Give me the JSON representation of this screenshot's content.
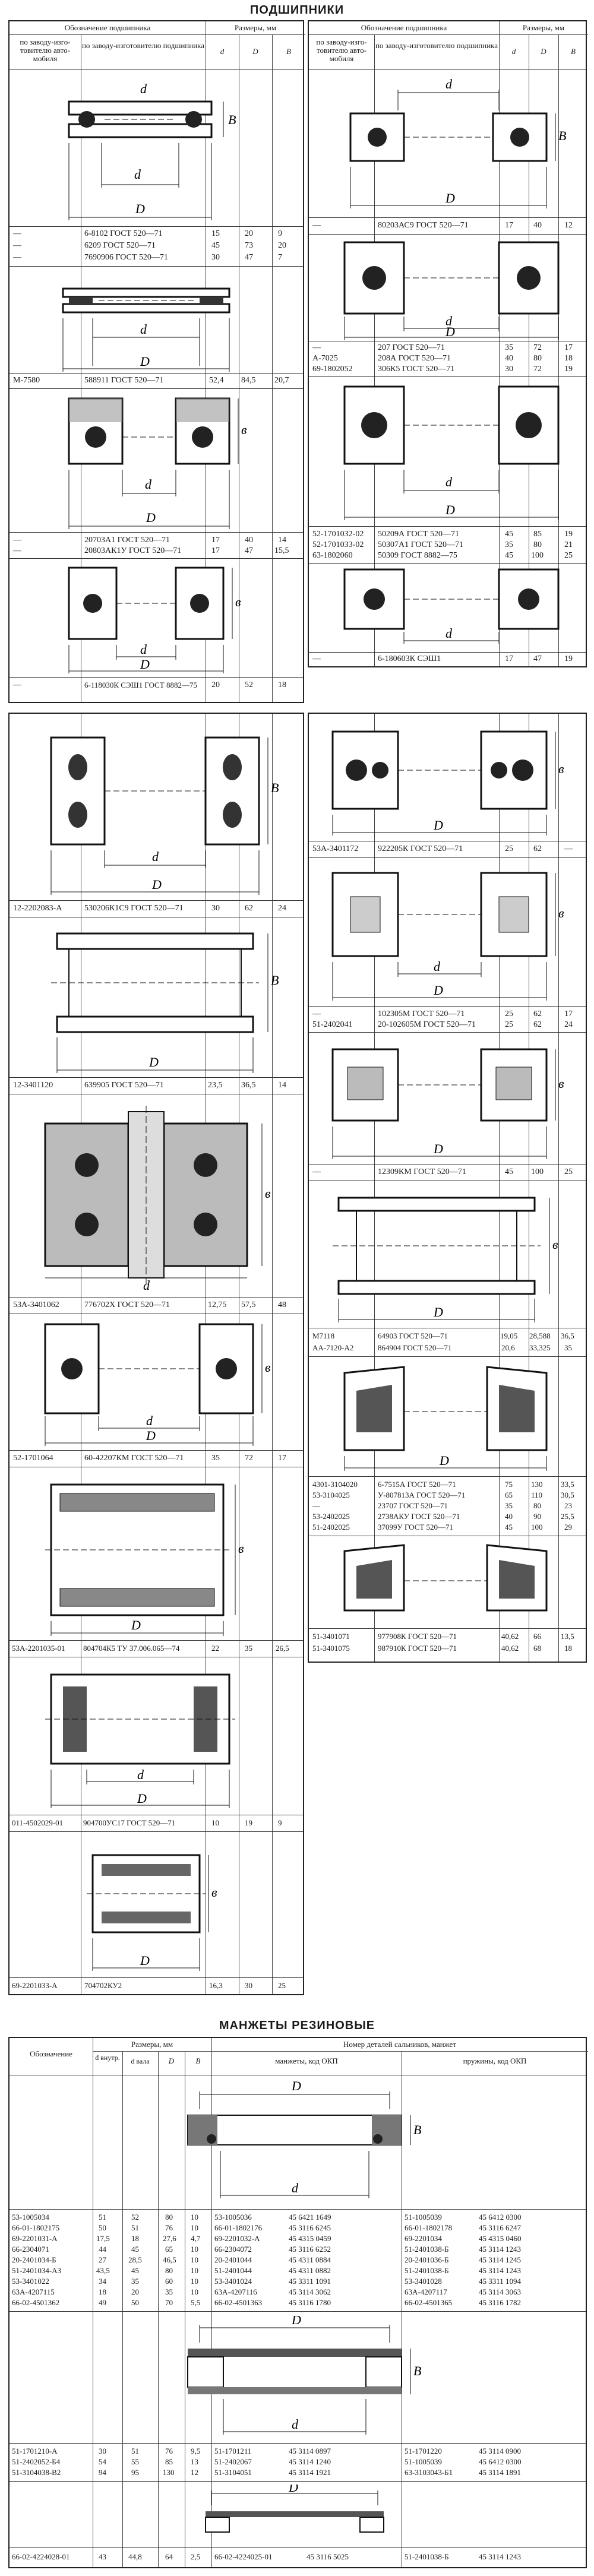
{
  "page": {
    "title_bearings": "ПОДШИПНИКИ",
    "title_seals": "МАНЖЕТЫ РЕЗИНОВЫЕ"
  },
  "bearings_header": {
    "designation": "Обозначение подшипника",
    "by_auto_factory": "по заводу-изго-товителю авто-мобиля",
    "by_bearing_factory": "по заводу-изготовителю подшипника",
    "sizes": "Размеры, мм",
    "d": "d",
    "D": "D",
    "B": "B"
  },
  "dim_labels": {
    "d": "d",
    "D": "D",
    "B": "B",
    "b": "в"
  },
  "left_col": {
    "sec1": [
      {
        "auto": "—",
        "bearing": "6-8102 ГОСТ 520—71",
        "d": "15",
        "D": "20",
        "B": "9"
      },
      {
        "auto": "—",
        "bearing": "6209 ГОСТ 520—71",
        "d": "45",
        "D": "73",
        "B": "20"
      },
      {
        "auto": "—",
        "bearing": "7690906 ГОСТ 520—71",
        "d": "30",
        "D": "47",
        "B": "7"
      }
    ],
    "sec2": [
      {
        "auto": "М-7580",
        "bearing": "588911 ГОСТ 520—71",
        "d": "52,4",
        "D": "84,5",
        "B": "20,7"
      }
    ],
    "sec3": [
      {
        "auto": "—",
        "bearing": "20703А1 ГОСТ 520—71",
        "d": "17",
        "D": "40",
        "B": "14"
      },
      {
        "auto": "—",
        "bearing": "20803АК1У ГОСТ 520—71",
        "d": "17",
        "D": "47",
        "B": "15,5"
      }
    ],
    "sec4": [
      {
        "auto": "—",
        "bearing": "6-118030К СЭШ1 ГОСТ 8882—75",
        "d": "20",
        "D": "52",
        "B": "18"
      }
    ]
  },
  "right_col": {
    "sec1": [
      {
        "auto": "—",
        "bearing": "80203АС9 ГОСТ 520—71",
        "d": "17",
        "D": "40",
        "B": "12"
      }
    ],
    "sec2": [
      {
        "auto": "—",
        "bearing": "207 ГОСТ 520—71",
        "d": "35",
        "D": "72",
        "B": "17"
      },
      {
        "auto": "А-7025",
        "bearing": "208А ГОСТ 520—71",
        "d": "40",
        "D": "80",
        "B": "18"
      },
      {
        "auto": "69-1802052",
        "bearing": "306К5 ГОСТ 520—71",
        "d": "30",
        "D": "72",
        "B": "19"
      }
    ],
    "sec3": [
      {
        "auto": "52-1701032-02",
        "bearing": "50209А ГОСТ 520—71",
        "d": "45",
        "D": "85",
        "B": "19"
      },
      {
        "auto": "52-1701033-02",
        "bearing": "50307А1 ГОСТ 520—71",
        "d": "35",
        "D": "80",
        "B": "21"
      },
      {
        "auto": "63-1802060",
        "bearing": "50309 ГОСТ 8882—75",
        "d": "45",
        "D": "100",
        "B": "25"
      }
    ],
    "sec4": [
      {
        "auto": "—",
        "bearing": "6-180603К СЭШ1",
        "d": "17",
        "D": "47",
        "B": "19"
      }
    ]
  },
  "left2": {
    "sec1": [
      {
        "auto": "12-2202083-А",
        "bearing": "530206К1С9 ГОСТ 520—71",
        "d": "30",
        "D": "62",
        "B": "24"
      }
    ],
    "sec2": [
      {
        "auto": "12-3401120",
        "bearing": "639905 ГОСТ 520—71",
        "d": "23,5",
        "D": "36,5",
        "B": "14"
      }
    ],
    "sec3": [
      {
        "auto": "53А-3401062",
        "bearing": "776702Х ГОСТ 520—71",
        "d": "12,75",
        "D": "57,5",
        "B": "48"
      }
    ],
    "sec4": [
      {
        "auto": "52-1701064",
        "bearing": "60-42207КМ ГОСТ 520—71",
        "d": "35",
        "D": "72",
        "B": "17"
      }
    ],
    "sec5": [
      {
        "auto": "53А-2201035-01",
        "bearing": "804704К5 ТУ 37.006.065—74",
        "d": "22",
        "D": "35",
        "B": "26,5"
      }
    ],
    "sec6": [
      {
        "auto": "011-4502029-01",
        "bearing": "904700УС17 ГОСТ 520—71",
        "d": "10",
        "D": "19",
        "B": "9"
      }
    ],
    "sec7": [
      {
        "auto": "69-2201033-А",
        "bearing": "704702КУ2",
        "d": "16,3",
        "D": "30",
        "B": "25"
      }
    ]
  },
  "right2": {
    "sec1": [
      {
        "auto": "53А-3401172",
        "bearing": "922205К ГОСТ 520—71",
        "d": "25",
        "D": "62",
        "B": "—"
      }
    ],
    "sec2": [
      {
        "auto": "—",
        "bearing": "102305М ГОСТ 520—71",
        "d": "25",
        "D": "62",
        "B": "17"
      },
      {
        "auto": "51-2402041",
        "bearing": "20-102605М ГОСТ 520—71",
        "d": "25",
        "D": "62",
        "B": "24"
      }
    ],
    "sec3": [
      {
        "auto": "—",
        "bearing": "12309КМ ГОСТ 520—71",
        "d": "45",
        "D": "100",
        "B": "25"
      }
    ],
    "sec4": [
      {
        "auto": "М7118",
        "bearing": "64903 ГОСТ 520—71",
        "d": "19,05",
        "D": "28,588",
        "B": "36,5"
      },
      {
        "auto": "АА-7120-А2",
        "bearing": "864904 ГОСТ 520—71",
        "d": "20,6",
        "D": "33,325",
        "B": "35"
      }
    ],
    "sec5": [
      {
        "auto": "4301-3104020",
        "bearing": "6-7515А ГОСТ 520—71",
        "d": "75",
        "D": "130",
        "B": "33,5"
      },
      {
        "auto": "53-3104025",
        "bearing": "У-807813А ГОСТ 520—71",
        "d": "65",
        "D": "110",
        "B": "30,5"
      },
      {
        "auto": "—",
        "bearing": "23707 ГОСТ 520—71",
        "d": "35",
        "D": "80",
        "B": "23"
      },
      {
        "auto": "53-2402025",
        "bearing": "2738АКУ ГОСТ 520—71",
        "d": "40",
        "D": "90",
        "B": "25,5"
      },
      {
        "auto": "51-2402025",
        "bearing": "37099У ГОСТ 520—71",
        "d": "45",
        "D": "100",
        "B": "29"
      }
    ],
    "sec6": [
      {
        "auto": "51-3401071",
        "bearing": "977908К ГОСТ 520—71",
        "d": "40,62",
        "D": "66",
        "B": "13,5"
      },
      {
        "auto": "51-3401075",
        "bearing": "987910К ГОСТ 520—71",
        "d": "40,62",
        "D": "68",
        "B": "18"
      }
    ]
  },
  "seals_header": {
    "designation": "Обозначение",
    "sizes": "Размеры, мм",
    "d_inner": "d внутр.",
    "d_shaft": "d вала",
    "D": "D",
    "B": "B",
    "part_numbers": "Номер деталей сальников, манжет",
    "cuffs": "манжеты, код ОКП",
    "springs": "пружины, код ОКП"
  },
  "seals": {
    "group1": [
      {
        "des": "53-1005034",
        "d": "51",
        "dv": "52",
        "D": "80",
        "B": "10",
        "cuff": "53-1005036",
        "cuff_code": "45 6421 1649",
        "spring": "51-1005039",
        "spring_code": "45 6412 0300"
      },
      {
        "des": "66-01-1802175",
        "d": "50",
        "dv": "51",
        "D": "76",
        "B": "10",
        "cuff": "66-01-1802176",
        "cuff_code": "45 3116 6245",
        "spring": "66-01-1802178",
        "spring_code": "45 3116 6247"
      },
      {
        "des": "69-2201031-А",
        "d": "17,5",
        "dv": "18",
        "D": "27,6",
        "B": "4,7",
        "cuff": "69-2201032-А",
        "cuff_code": "45 4315 0459",
        "spring": "69-2201034",
        "spring_code": "45 4315 0460"
      },
      {
        "des": "66-2304071",
        "d": "44",
        "dv": "45",
        "D": "65",
        "B": "10",
        "cuff": "66-2304072",
        "cuff_code": "45 3116 6252",
        "spring": "51-2401038-Б",
        "spring_code": "45 3114 1243"
      },
      {
        "des": "20-2401034-Б",
        "d": "27",
        "dv": "28,5",
        "D": "46,5",
        "B": "10",
        "cuff": "20-2401044",
        "cuff_code": "45 4311 0884",
        "spring": "20-2401036-Б",
        "spring_code": "45 3114 1245"
      },
      {
        "des": "51-2401034-А3",
        "d": "43,5",
        "dv": "45",
        "D": "80",
        "B": "10",
        "cuff": "51-2401044",
        "cuff_code": "45 4311 0882",
        "spring": "51-2401038-Б",
        "spring_code": "45 3114 1243"
      },
      {
        "des": "53-3401022",
        "d": "34",
        "dv": "35",
        "D": "60",
        "B": "10",
        "cuff": "53-3401024",
        "cuff_code": "45 3311 1091",
        "spring": "53-3401028",
        "spring_code": "45 3311 1094"
      },
      {
        "des": "63А-4207115",
        "d": "18",
        "dv": "20",
        "D": "35",
        "B": "10",
        "cuff": "63А-4207116",
        "cuff_code": "45 3114 3062",
        "spring": "63А-4207117",
        "spring_code": "45 3114 3063"
      },
      {
        "des": "66-02-4501362",
        "d": "49",
        "dv": "50",
        "D": "70",
        "B": "5,5",
        "cuff": "66-02-4501363",
        "cuff_code": "45 3116 1780",
        "spring": "66-02-4501365",
        "spring_code": "45 3116 1782"
      }
    ],
    "group2": [
      {
        "des": "51-1701210-А",
        "d": "30",
        "dv": "51",
        "D": "76",
        "B": "9,5",
        "cuff": "51-1701211",
        "cuff_code": "45 3114 0897",
        "spring": "51-1701220",
        "spring_code": "45 3114 0900"
      },
      {
        "des": "51-2402052-Б4",
        "d": "54",
        "dv": "55",
        "D": "85",
        "B": "13",
        "cuff": "51-2402067",
        "cuff_code": "45 3114 1240",
        "spring": "51-1005039",
        "spring_code": "45 6412 0300"
      },
      {
        "des": "51-3104038-В2",
        "d": "94",
        "dv": "95",
        "D": "130",
        "B": "12",
        "cuff": "51-3104051",
        "cuff_code": "45 3114 1921",
        "spring": "63-3103043-Б1",
        "spring_code": "45 3114 1891"
      }
    ],
    "group3": [
      {
        "des": "66-02-4224028-01",
        "d": "43",
        "dv": "44,8",
        "D": "64",
        "B": "2,5",
        "cuff": "66-02-4224025-01",
        "cuff_code": "45 3116 5025",
        "spring": "51-2401038-Б",
        "spring_code": "45 3114 1243"
      }
    ]
  }
}
